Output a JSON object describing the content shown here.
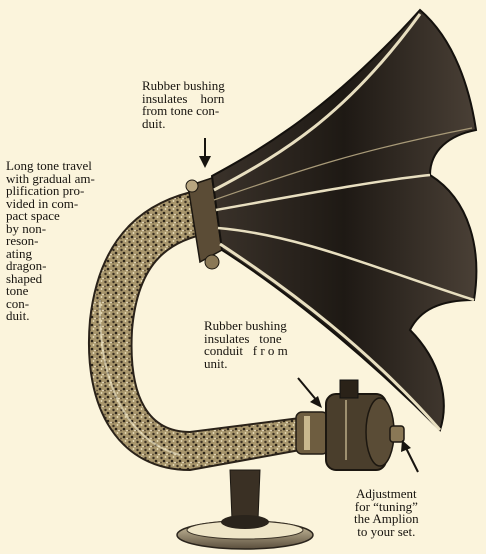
{
  "annotations": {
    "horn_bushing": "Rubber bushing\ninsulates    horn\nfrom tone con-\nduit.",
    "tone_travel": "Long tone travel\nwith gradual am-\nplification pro-\nvided in com-\npact space\nby non-\nreson-\nating\ndragon-\nshaped\ntone\ncon-\nduit.",
    "conduit_bushing": "Rubber bushing\ninsulates   tone\nconduit   f r o m\nunit.",
    "adjustment": "Adjustment\nfor “tuning”\nthe Amplion\nto your set."
  },
  "colors": {
    "paper": "#fbf4dc",
    "ink": "#17140f",
    "horn_dark": "#2c2520",
    "horn_light": "#d9cfb0",
    "conduit_speckle": "#8c7d5c"
  }
}
